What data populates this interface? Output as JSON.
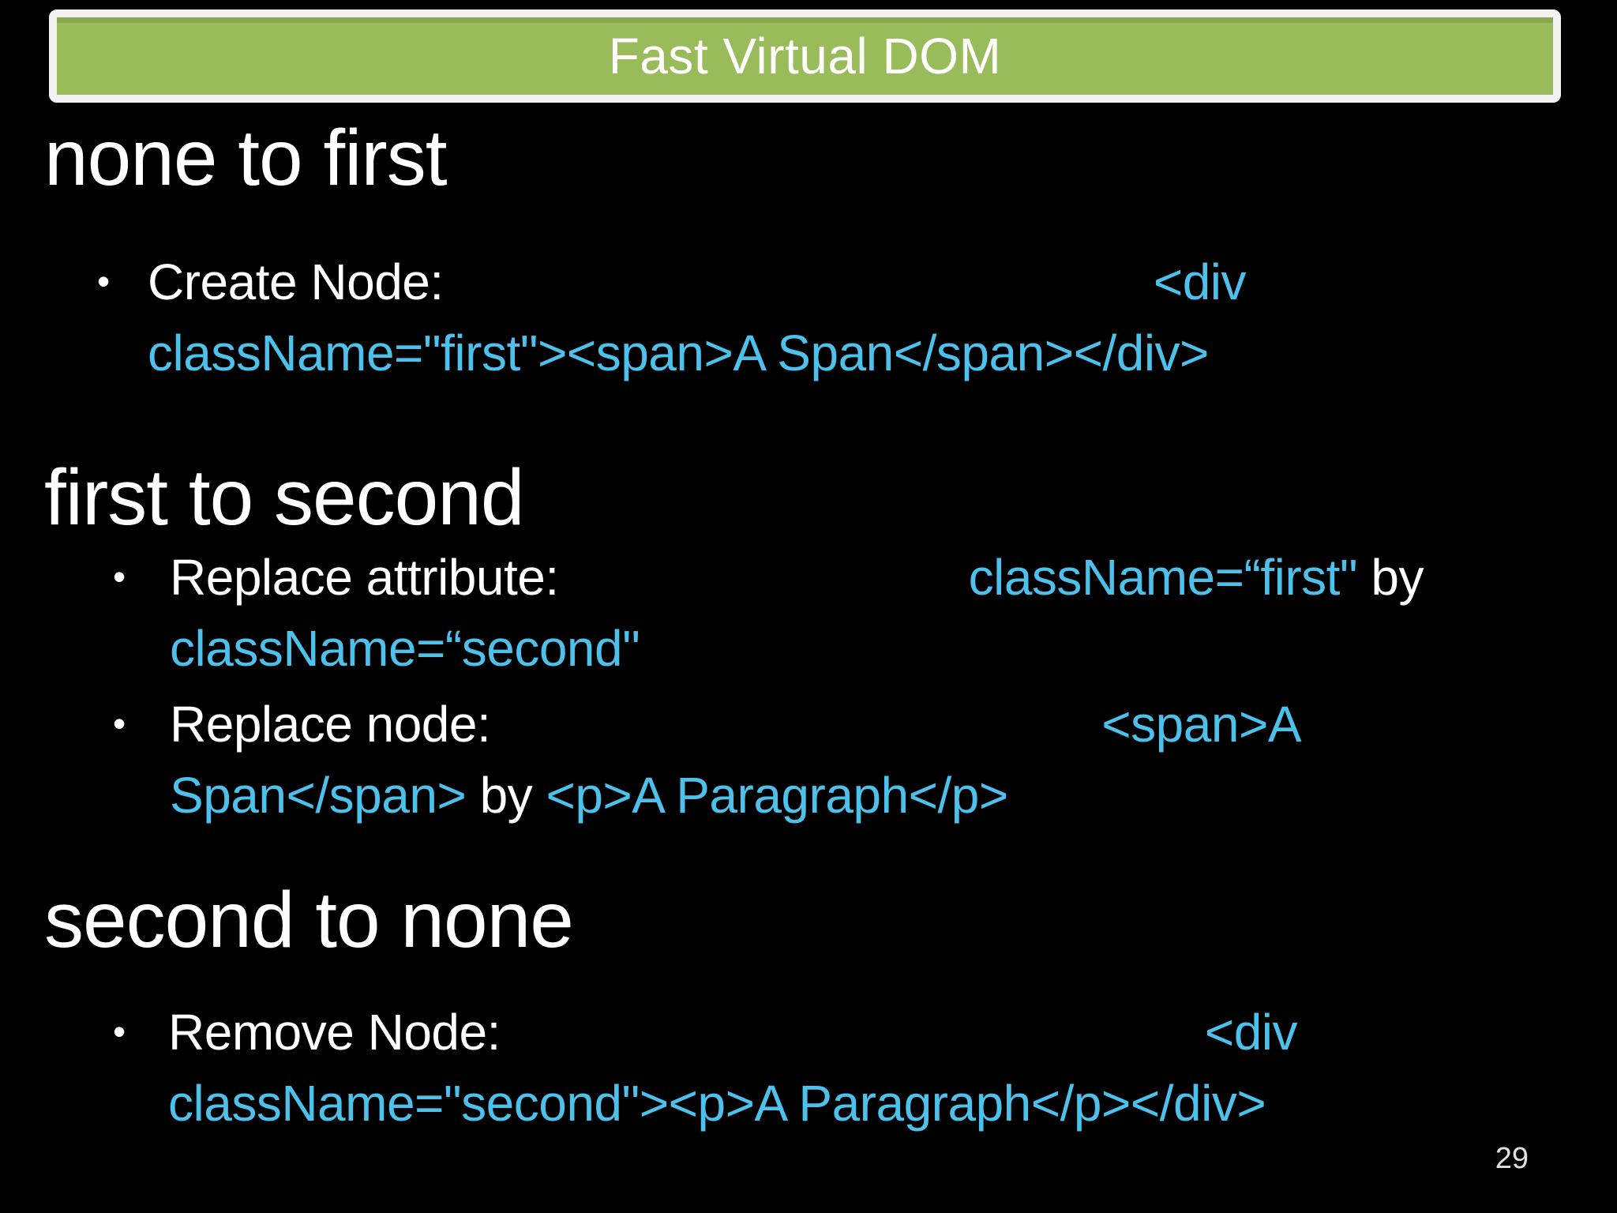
{
  "title": "Fast Virtual DOM",
  "page_number": "29",
  "bullet_char": "•",
  "colors": {
    "title_bar_green": "#9ABB59",
    "title_border_white": "#F2F2F2",
    "code_blue": "#4CC1EC",
    "text_white": "#FFFFFF",
    "background_black": "#000000"
  },
  "sections": [
    {
      "heading": "none to first",
      "bullets": [
        {
          "label": "Create Node:",
          "tail": [
            {
              "t": "<div",
              "c": "blue"
            }
          ],
          "cont": [
            {
              "t": "className=\"first\"><span>A Span</span></div>",
              "c": "blue"
            }
          ]
        }
      ]
    },
    {
      "heading": "first to second",
      "bullets": [
        {
          "label": "Replace attribute:",
          "tail": [
            {
              "t": "className=“first\"",
              "c": "blue"
            },
            {
              "t": " by",
              "c": "white"
            }
          ],
          "cont": [
            {
              "t": "className=“second\"",
              "c": "blue"
            }
          ]
        },
        {
          "label": "Replace node:",
          "tail": [
            {
              "t": "<span>A",
              "c": "blue"
            }
          ],
          "cont": [
            {
              "t": "Span</span>",
              "c": "blue"
            },
            {
              "t": " by ",
              "c": "white"
            },
            {
              "t": "<p>A Paragraph</p>",
              "c": "blue"
            }
          ]
        }
      ]
    },
    {
      "heading": "second to none",
      "bullets": [
        {
          "label": "Remove Node:",
          "tail": [
            {
              "t": "<div",
              "c": "blue"
            }
          ],
          "cont": [
            {
              "t": "className=\"second\"><p>A Paragraph</p></div>",
              "c": "blue"
            }
          ]
        }
      ]
    }
  ]
}
